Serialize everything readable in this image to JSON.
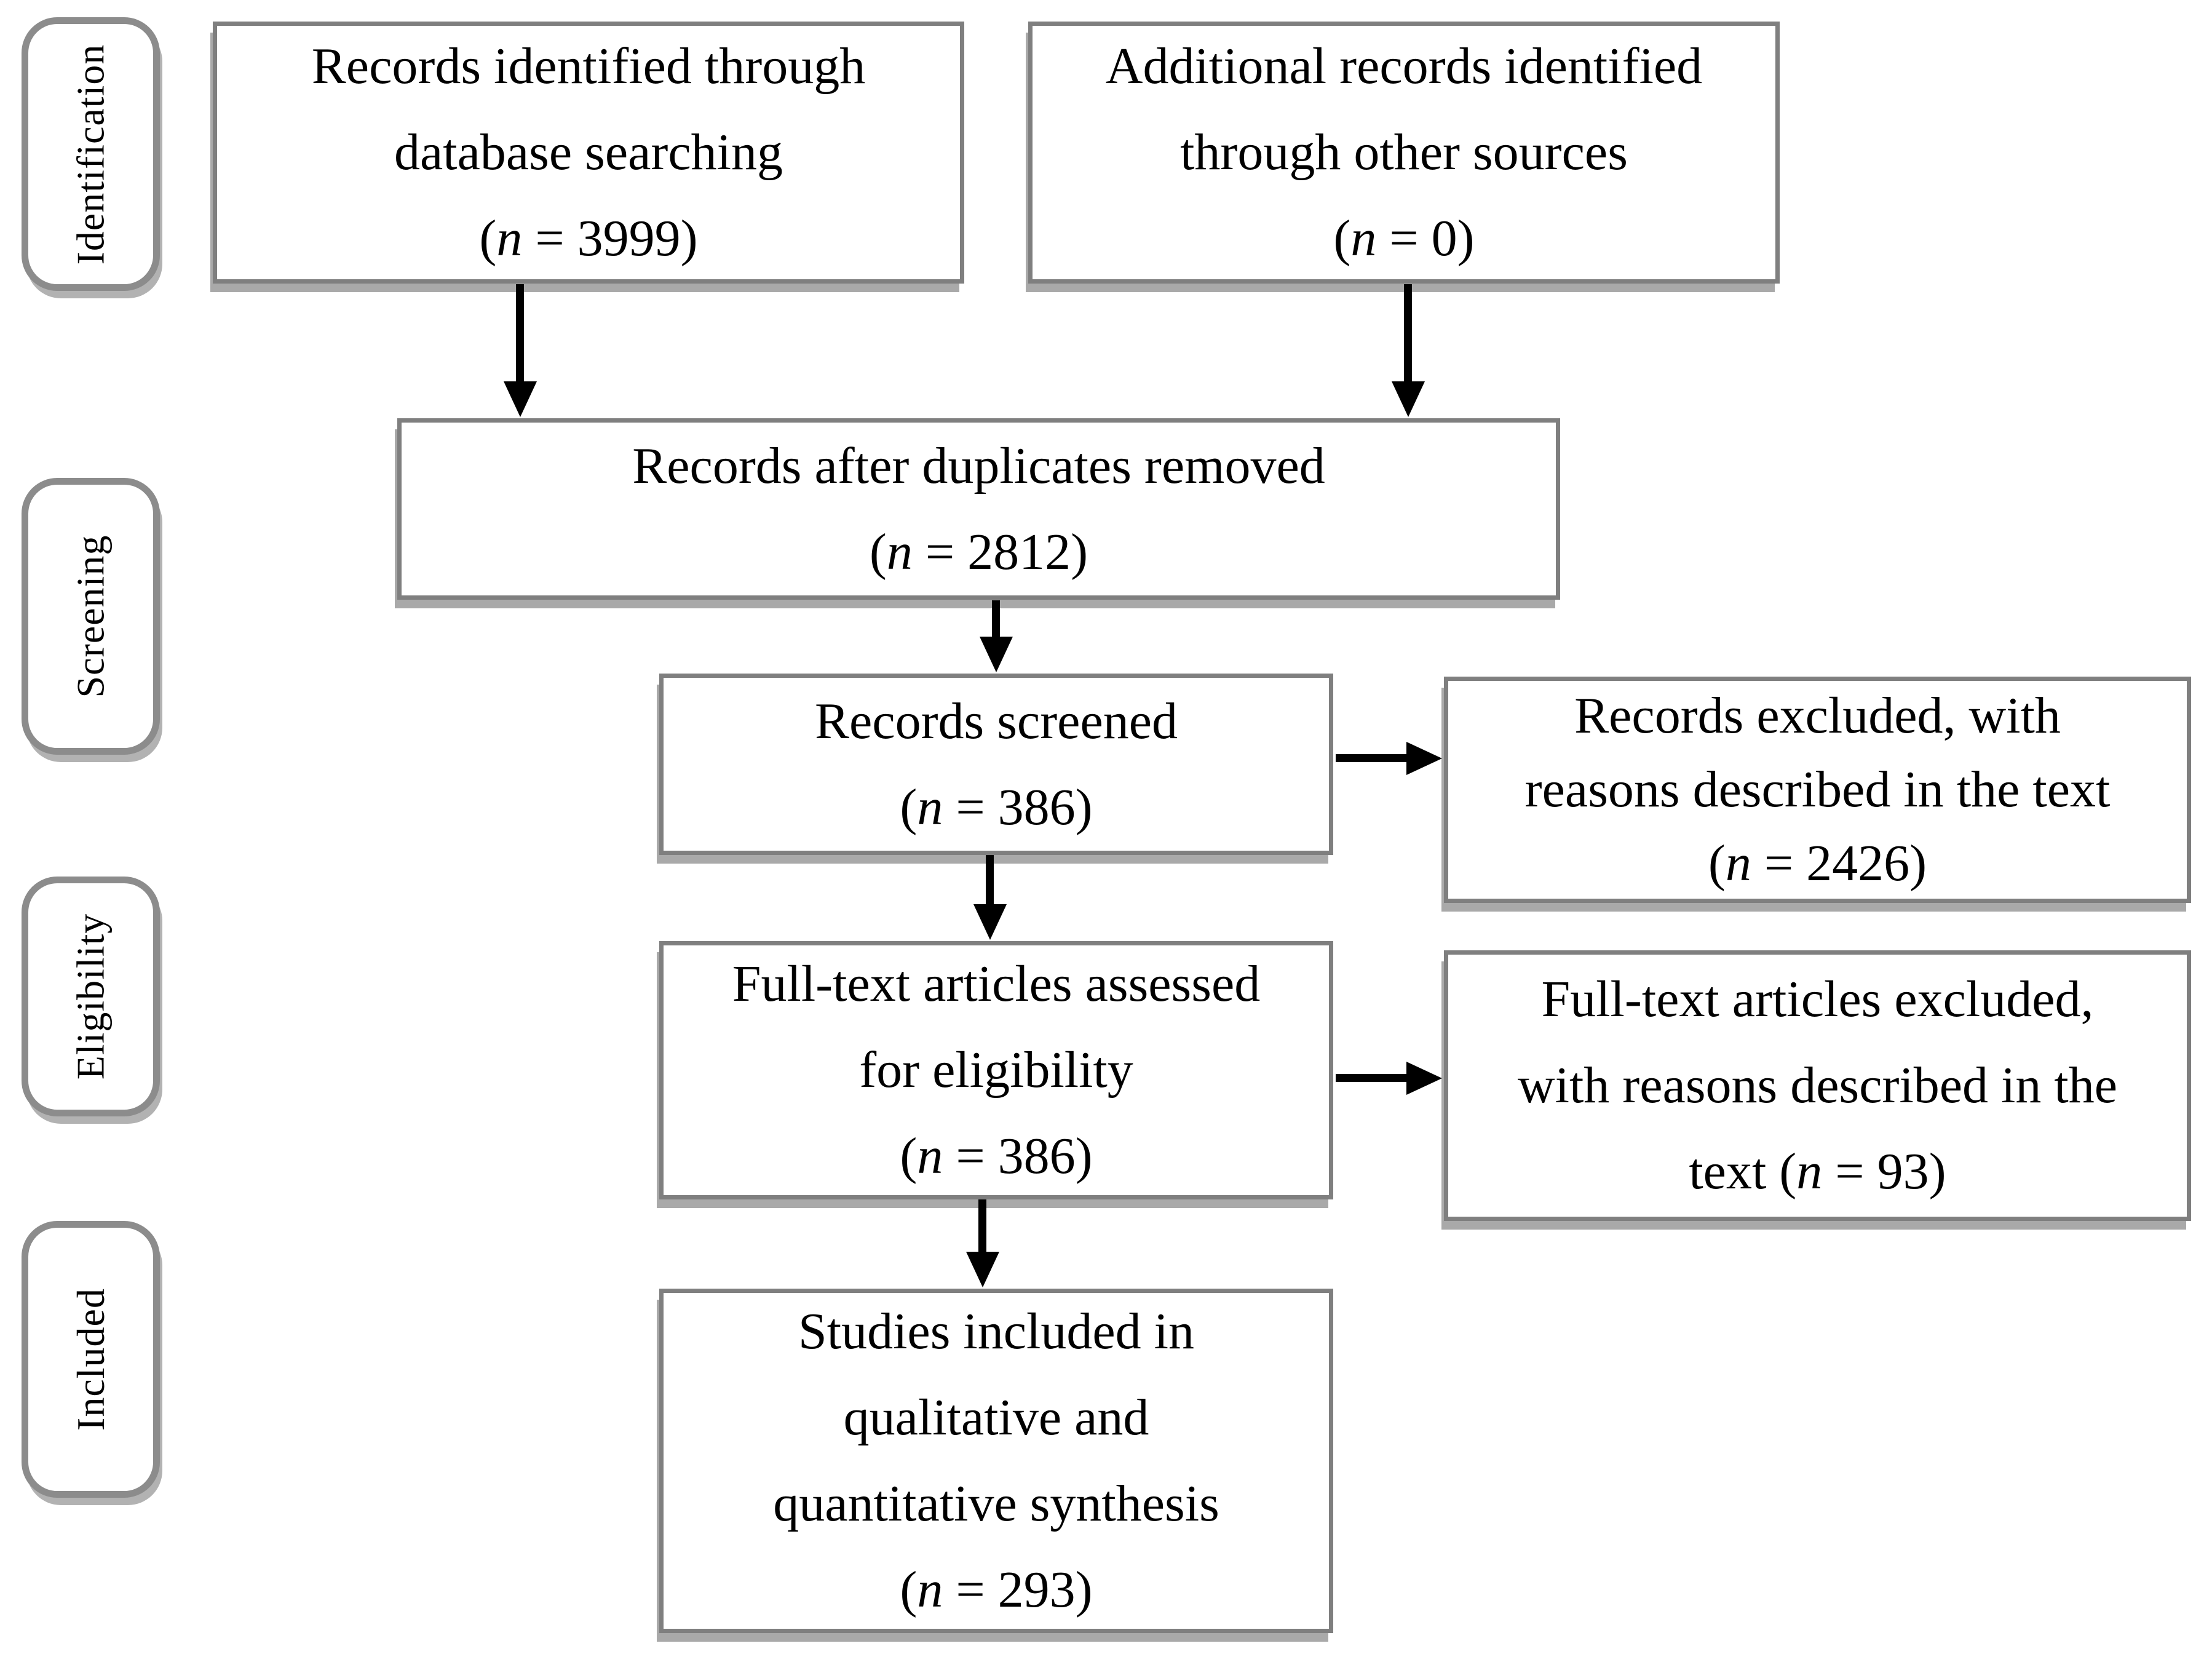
{
  "colors": {
    "background": "#ffffff",
    "box_border": "#7f7f7f",
    "stage_border": "#8c8c8c",
    "shadow": "#a9a9a9",
    "arrow": "#000000",
    "text": "#000000"
  },
  "stages": [
    {
      "label": "Identification"
    },
    {
      "label": "Screening"
    },
    {
      "label": "Eligibility"
    },
    {
      "label": "Included"
    }
  ],
  "boxes": {
    "identified": {
      "lines": [
        "Records identified through",
        "database searching"
      ],
      "count": {
        "open": "(",
        "var": "n",
        "rest": " = 3999)"
      }
    },
    "additional": {
      "lines": [
        "Additional records identified",
        "through other sources"
      ],
      "count": {
        "open": "(",
        "var": "n",
        "rest": " = 0)"
      }
    },
    "dedup": {
      "lines": [
        "Records after duplicates removed"
      ],
      "count": {
        "open": "(",
        "var": "n",
        "rest": " = 2812)"
      }
    },
    "screened": {
      "lines": [
        "Records screened"
      ],
      "count": {
        "open": "(",
        "var": "n",
        "rest": " = 386)"
      }
    },
    "excluded": {
      "lines": [
        "Records excluded, with",
        "reasons described in the text"
      ],
      "count": {
        "open": "(",
        "var": "n",
        "rest": " = 2426)"
      }
    },
    "fulltext": {
      "lines": [
        "Full-text articles assessed",
        "for eligibility"
      ],
      "count": {
        "open": "(",
        "var": "n",
        "rest": " = 386)"
      }
    },
    "fulltext_excluded": {
      "lines": [
        "Full-text articles excluded,",
        "with reasons described in the"
      ],
      "count": {
        "open": "text (",
        "var": "n",
        "rest": " = 93)"
      }
    },
    "included": {
      "lines": [
        "Studies included in",
        "qualitative and",
        "quantitative synthesis"
      ],
      "count": {
        "open": "(",
        "var": "n",
        "rest": " = 293)"
      }
    }
  }
}
